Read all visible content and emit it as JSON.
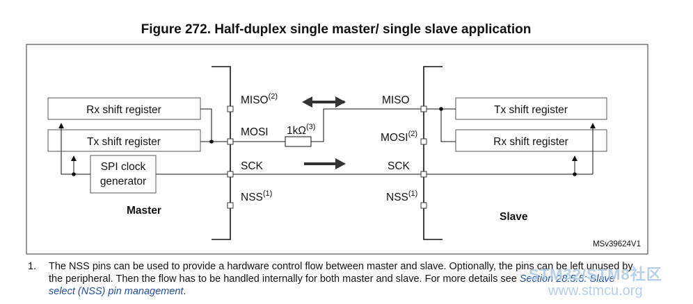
{
  "figure": {
    "title": "Figure 272. Half-duplex single master/ single slave application",
    "id_label": "MSv39624V1"
  },
  "master": {
    "name": "Master",
    "rx_register": "Rx shift register",
    "tx_register": "Tx shift register",
    "clock_line1": "SPI clock",
    "clock_line2": "generator",
    "pins": {
      "miso": "MISO",
      "miso_sup": "(2)",
      "mosi": "MOSI",
      "sck": "SCK",
      "nss": "NSS",
      "nss_sup": "(1)"
    }
  },
  "slave": {
    "name": "Slave",
    "tx_register": "Tx shift register",
    "rx_register": "Rx shift register",
    "pins": {
      "miso": "MISO",
      "mosi": "MOSI",
      "mosi_sup": "(2)",
      "sck": "SCK",
      "nss": "NSS",
      "nss_sup": "(1)"
    }
  },
  "resistor": {
    "value": "1kΩ",
    "sup": "(3)"
  },
  "note": {
    "number": "1.",
    "text": "The NSS pins can be used to provide a hardware control flow between master and slave. Optionally, the pins can be left unused by the peripheral. Then the flow has to be handled internally for both master and slave. For more details see ",
    "link": "Section 28.5.5: Slave select (NSS) pin management",
    "end": "."
  },
  "watermark": {
    "line1": "STM32/STM8社区",
    "line2": "www.stmcu.org"
  }
}
